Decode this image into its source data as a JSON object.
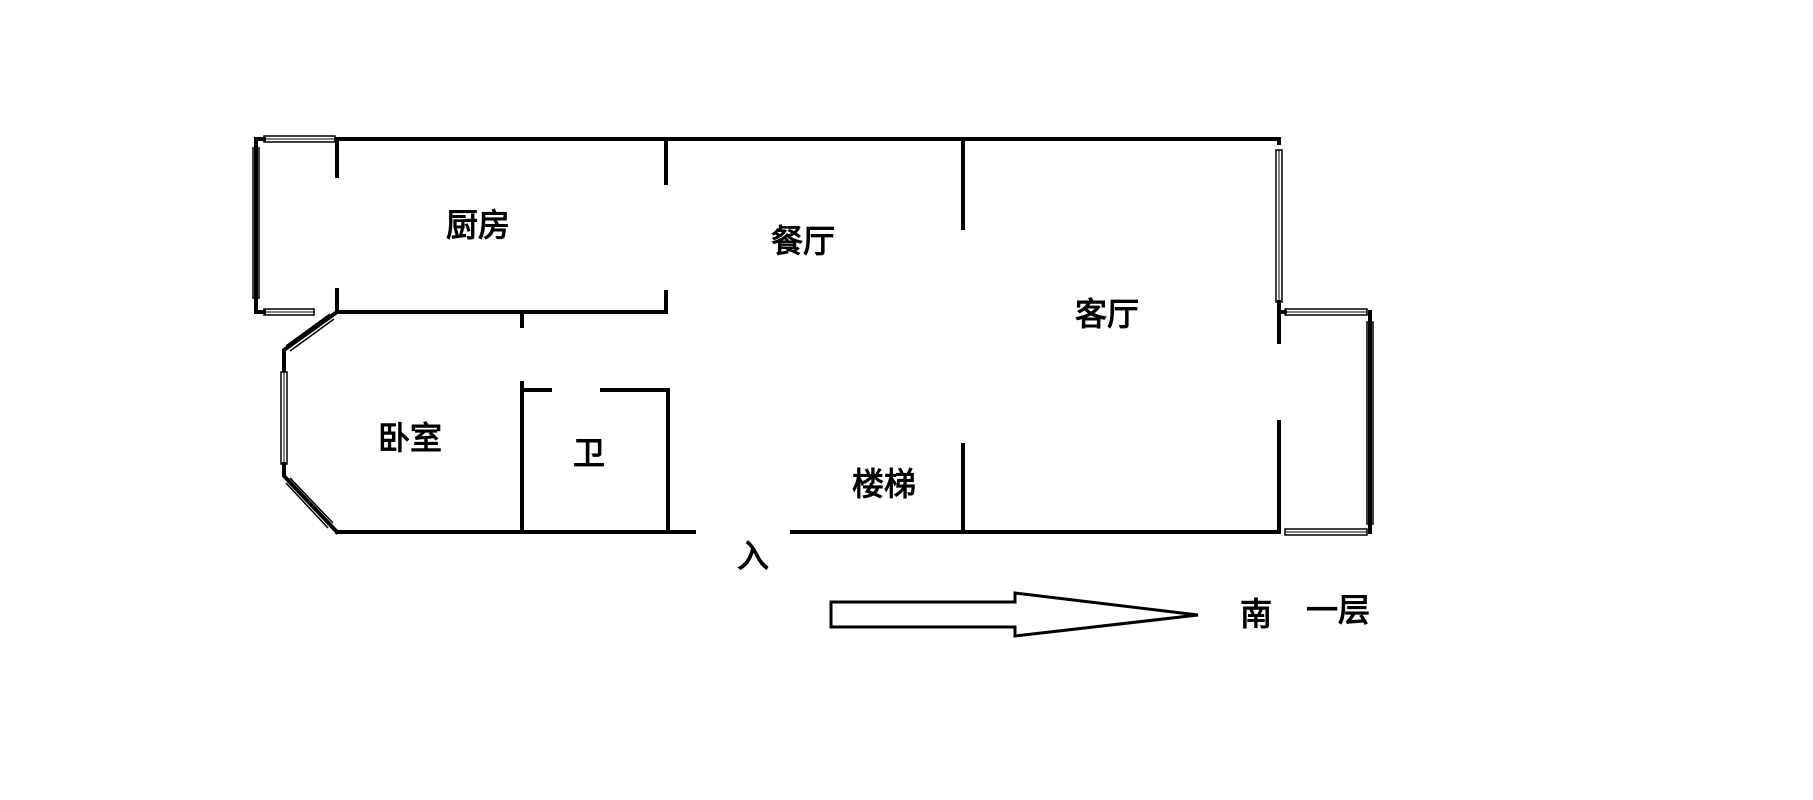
{
  "rooms": {
    "kitchen": "厨房",
    "dining": "餐厅",
    "living": "客厅",
    "bedroom": "卧室",
    "bathroom": "卫",
    "stairs": "楼梯"
  },
  "entrance": "入",
  "compass": "南",
  "floor": "一层",
  "colors": {
    "background": "#ffffff",
    "lines": "#000000",
    "text": "#000000"
  }
}
